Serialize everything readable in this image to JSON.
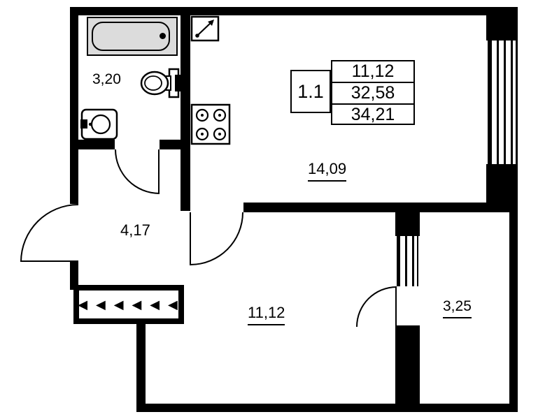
{
  "title_block": {
    "unit_number": "1.1",
    "values": [
      "11,12",
      "32,58",
      "34,21"
    ]
  },
  "room_labels": {
    "bathroom": "3,20",
    "hallway": "4,17",
    "kitchen_living": "14,09",
    "room": "11,12",
    "balcony": "3,25"
  },
  "symbols": {
    "radiator_arrows": "◄◄◄◄◄◄"
  },
  "colors": {
    "walls": "#000000",
    "background": "#ffffff",
    "bathtub_fill": "#dcdcdc"
  }
}
